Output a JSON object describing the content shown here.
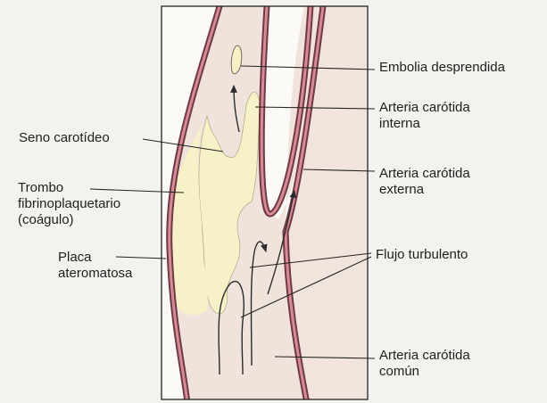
{
  "labels": {
    "embolus": "Embolia desprendida",
    "internal_carotid": [
      "Arteria carótida",
      "interna"
    ],
    "carotid_sinus": "Seno carotídeo",
    "thrombus": [
      "Trombo",
      "fibrinoplaquetario",
      "(coágulo)"
    ],
    "external_carotid": [
      "Arteria carótida",
      "externa"
    ],
    "turbulent_flow": "Flujo turbulento",
    "plaque": [
      "Placa",
      "ateromatosa"
    ],
    "common_carotid": [
      "Arteria carótida",
      "común"
    ]
  },
  "colors": {
    "artery_wall": "#6e3a44",
    "artery_wall_inner": "#d98a96",
    "lumen": "#efe3dc",
    "plaque_thrombus": "#f7f1c8",
    "frame": "#222222"
  }
}
